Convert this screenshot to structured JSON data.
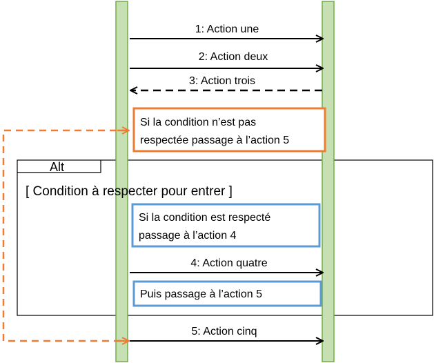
{
  "colors": {
    "lifeline_fill": "#c6e0b4",
    "lifeline_stroke": "#70ad47",
    "arrow": "#000000",
    "orange": "#ed7d31",
    "blue": "#5b9bd5",
    "frame": "#000000"
  },
  "messages": [
    {
      "label": "1: Action une"
    },
    {
      "label": "2: Action deux"
    },
    {
      "label": "3: Action trois"
    },
    {
      "label": "4: Action quatre"
    },
    {
      "label": "5: Action cinq"
    }
  ],
  "notes": {
    "orange": {
      "line1": "Si la condition n’est pas",
      "line2": "respectée passage à l’action 5"
    },
    "blue_1": {
      "line1": "Si la condition est respecté",
      "line2": "passage à l’action 4"
    },
    "blue_2": {
      "line1": "Puis passage à l’action 5"
    }
  },
  "alt_frame": {
    "tag": "Alt",
    "condition": "[ Condition à respecter pour entrer ]"
  }
}
